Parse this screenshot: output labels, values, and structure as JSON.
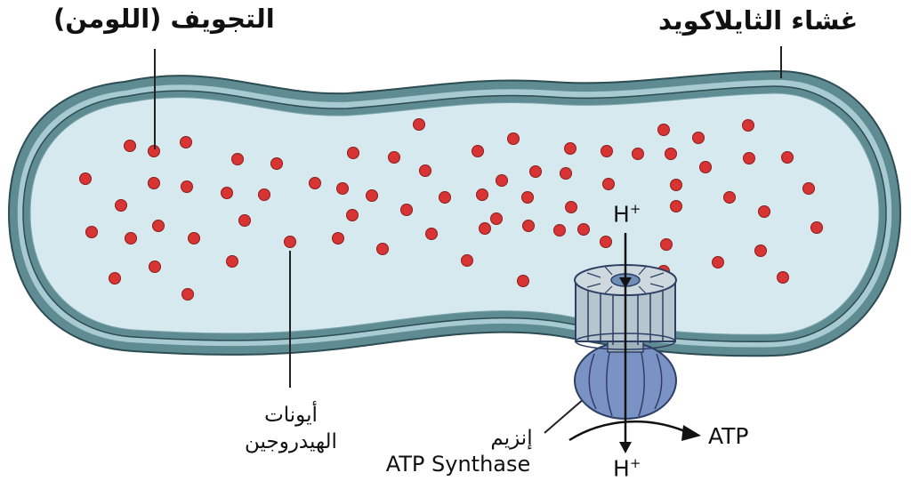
{
  "labels": {
    "lumen": "التجويف (اللومن)",
    "membrane": "غشاء الثايلاكويد",
    "hydrogen_ions_line1": "أيونات",
    "hydrogen_ions_line2": "الهيدروجين",
    "enzyme_line1": "إنزيم",
    "enzyme_line2": "ATP Synthase",
    "h_ion_top_base": "H",
    "h_ion_top_sup": "+",
    "h_ion_bottom_base": "H",
    "h_ion_bottom_sup": "+",
    "atp": "ATP"
  },
  "colors": {
    "membrane_dark": "#5f8c93",
    "membrane_mid": "#a8cbd2",
    "membrane_light": "#dbeef2",
    "lumen_fill": "#d5e9ee",
    "ion_red": "#d93434",
    "ion_stroke": "#8c1c1c",
    "synthase_blue": "#7a93c4",
    "synthase_grey": "#b5c6cf"
  }
}
